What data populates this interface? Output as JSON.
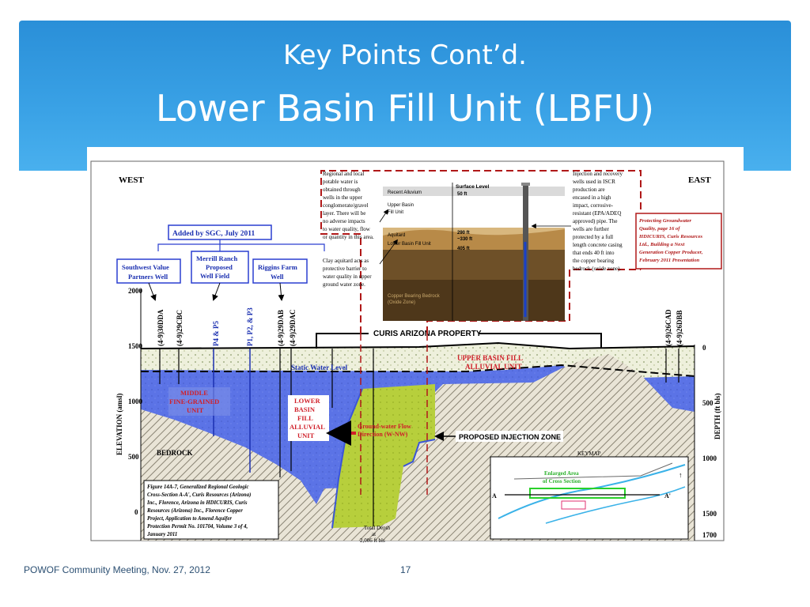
{
  "slide": {
    "title_line1": "Key Points Cont’d.",
    "title_line2": "Lower Basin Fill Unit (LBFU)",
    "footer_text": "POWOF Community Meeting, Nov. 27, 2012",
    "page_number": "17"
  },
  "diagram": {
    "west_label": "WEST",
    "east_label": "EAST",
    "added_by": "Added by SGC, July 2011",
    "wells": {
      "southwest": [
        "Southwest Value",
        "Partners Well"
      ],
      "merrill": [
        "Merrill Ranch",
        "Proposed",
        "Well Field"
      ],
      "riggins": [
        "Riggins Farm",
        "Well"
      ]
    },
    "well_labels": [
      "(4-9)30DDA",
      "(4-9)29CBC",
      "P4 & P5",
      "P1, P2, & P3",
      "(4-9)29DAB",
      "(4-9)29DAC",
      "(4-9)26CAD",
      "(4-9)26DBB"
    ],
    "property_label": "CURIS ARIZONA PROPERTY",
    "left_axis_label": "ELEVATION (amsl)",
    "right_axis_label": "DEPTH (ft bls)",
    "left_ticks": [
      "2000",
      "1500",
      "1000",
      "500",
      "0"
    ],
    "right_ticks": [
      "0",
      "500",
      "1000",
      "1500",
      "1700"
    ],
    "static_water": "Static Water Level",
    "upper_basin": [
      "UPPER BASIN FILL",
      "ALLUVIAL UNIT"
    ],
    "middle_unit": [
      "MIDDLE",
      "FINE-GRAINED",
      "UNIT"
    ],
    "lower_basin": [
      "LOWER",
      "BASIN",
      "FILL",
      "ALLUVIAL",
      "UNIT"
    ],
    "bedrock": "BEDROCK",
    "flow_direction": [
      "Ground-water Flow",
      "Direction (W-NW)"
    ],
    "injection_zone": "PROPOSED INJECTION ZONE",
    "total_depth": [
      "Total Depth",
      "at",
      "2,006 ft bls"
    ],
    "inset_left_text": [
      "Regional and local",
      "potable water is",
      "obtained through",
      "wells in the upper",
      "conglomerate/gravel",
      "layer. There will be",
      "no adverse impacts",
      "to water quality, flow",
      "or quantity in this area.",
      "",
      "Clay aquitard acts as",
      "protective barrier to",
      "water quality in upper",
      "ground water zone."
    ],
    "inset_right_text": [
      "Injection and recovery",
      "wells used in ISCR",
      "production are",
      "encased in a high",
      "impact, corrosive-",
      "resistant (EPA/ADEQ",
      "approved) pipe. The",
      "wells are further",
      "protected by a full",
      "length concrete casing",
      "that ends 40 ft into",
      "the copper bearing",
      "bedrock (oxide zone)."
    ],
    "inset_layers": {
      "surface": "Surface Level",
      "alluvium": "Recent Alluvium",
      "depth50": "50 ft",
      "upper": [
        "Upper Basin",
        "Fill Unit"
      ],
      "aquitard": "Aquitard",
      "d290": "290 ft",
      "d330": "~330 ft",
      "lower": "Lower Basin Fill Unit",
      "d405": "405 ft",
      "bedrock": [
        "Copper Bearing Bedrock",
        "(Oxide Zone)"
      ]
    },
    "protecting_box": [
      "Protecting Groundwater",
      "Quality, page 16 of",
      "HDICURIS, Curis Resources",
      "Ltd., Building a Next",
      "Generation Copper Producer,",
      "February 2011 Presentation"
    ],
    "caption": [
      "Figure 14A-7, Generalized Regional Geologic",
      "Cross-Section A-A', Curis Resources (Arizona)",
      "Inc., Florence, Arizona in HDICURIS, Curis",
      "Resources (Arizona) Inc., Florence Copper",
      "Project, Application to Amend Aquifer",
      "Protection Permit No. 101704, Volume 3 of 4,",
      "January 2011"
    ],
    "keymap": {
      "title": "KEYMAP",
      "enlarged": [
        "Enlarged Area",
        "of Cross Section"
      ],
      "a_left": "A",
      "a_right": "A'"
    }
  }
}
